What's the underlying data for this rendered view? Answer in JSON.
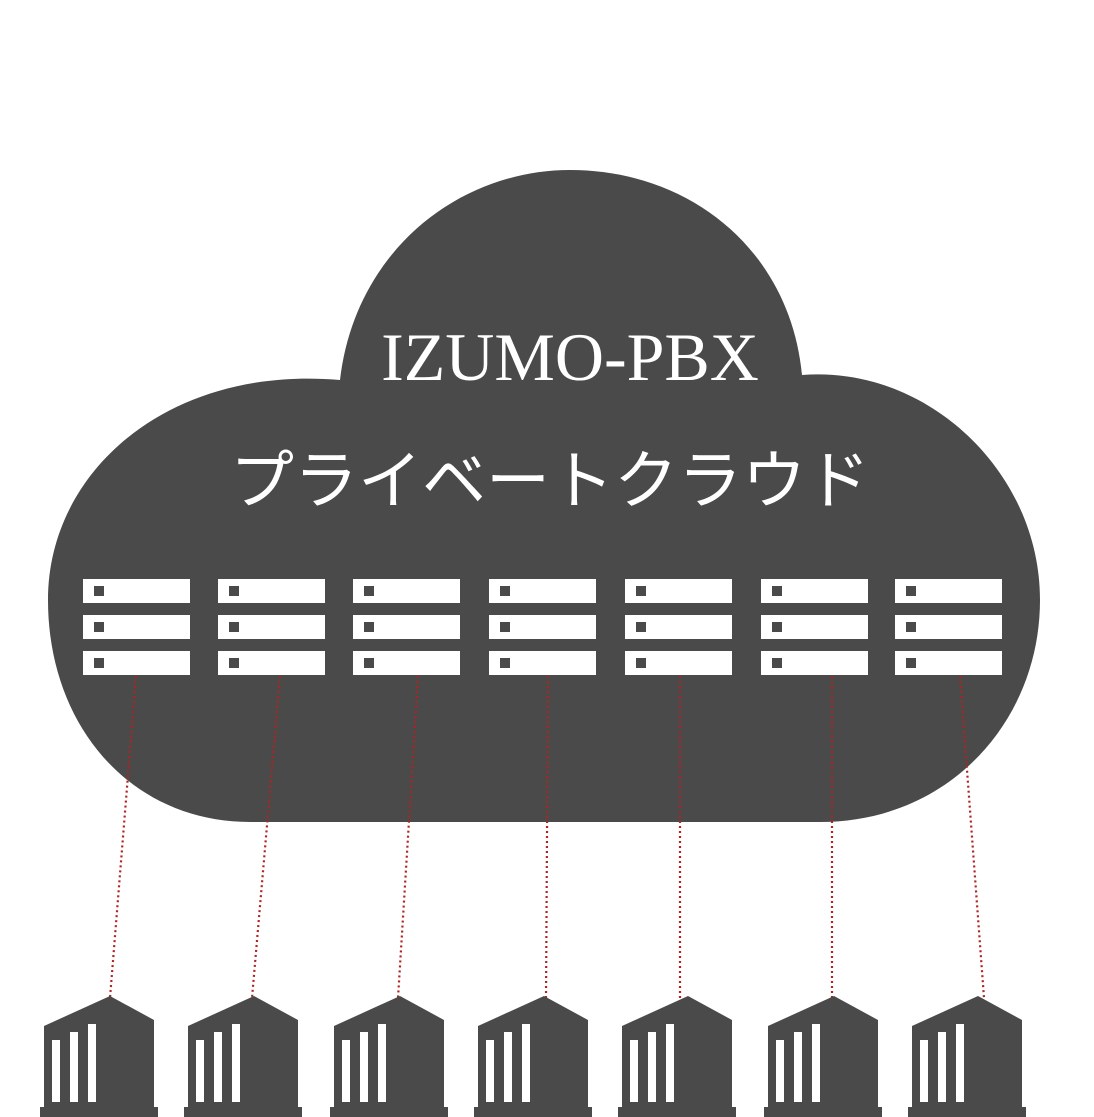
{
  "diagram": {
    "cloud": {
      "title": "IZUMO-PBX",
      "subtitle": "プライベートクラウド",
      "color": "#4a4a4a"
    },
    "servers": [
      {
        "icon": "server-rack-icon"
      },
      {
        "icon": "server-rack-icon"
      },
      {
        "icon": "server-rack-icon"
      },
      {
        "icon": "server-rack-icon"
      },
      {
        "icon": "server-rack-icon"
      },
      {
        "icon": "server-rack-icon"
      },
      {
        "icon": "server-rack-icon"
      }
    ],
    "buildings": [
      {
        "icon": "office-building-icon"
      },
      {
        "icon": "office-building-icon"
      },
      {
        "icon": "office-building-icon"
      },
      {
        "icon": "office-building-icon"
      },
      {
        "icon": "office-building-icon"
      },
      {
        "icon": "office-building-icon"
      },
      {
        "icon": "office-building-icon"
      }
    ],
    "connections": {
      "color": "#b22222",
      "style": "dotted"
    },
    "building_color": "#4a4a4a",
    "server_color": "#ffffff"
  }
}
